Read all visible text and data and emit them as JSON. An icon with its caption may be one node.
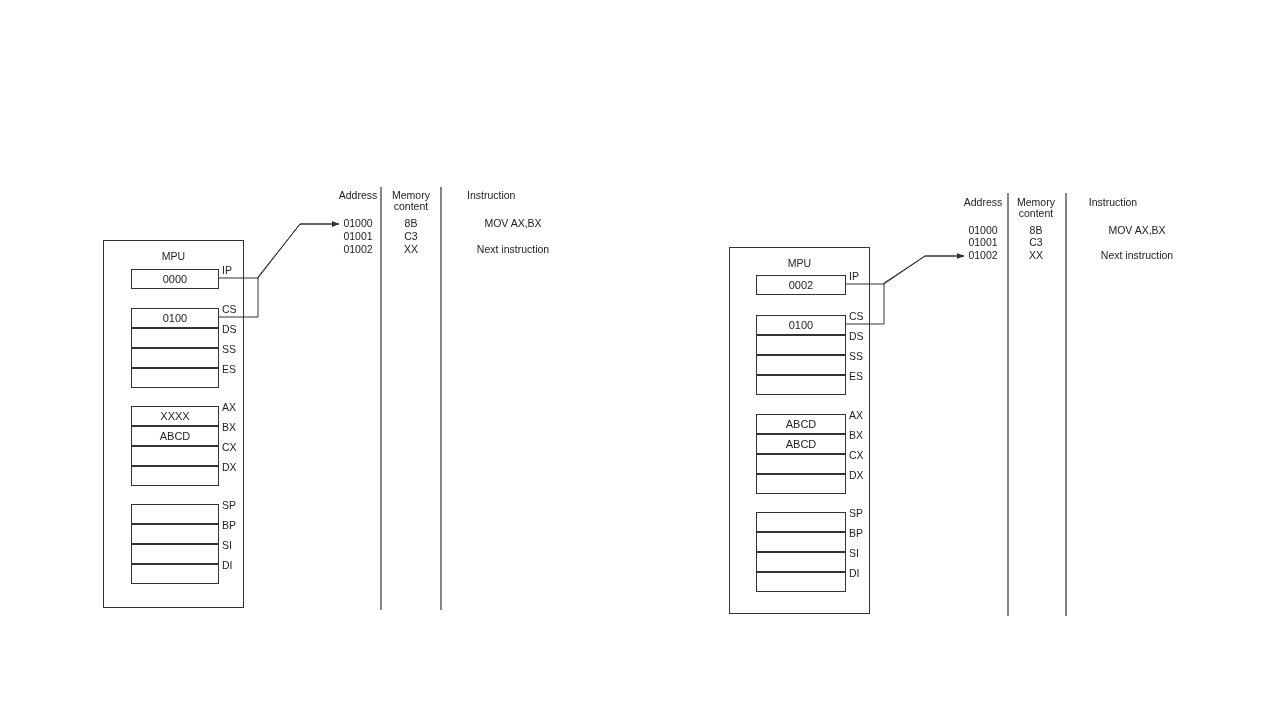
{
  "diagram": {
    "nodes": [
      {
        "text": [
          "MPU"
        ]
      },
      {
        "text": [
          "0000"
        ],
        "in": 0,
        "beside": [
          "IP"
        ]
      },
      {
        "text": [
          "0100"
        ],
        "in": 0,
        "beside": [
          "CS"
        ]
      },
      {
        "text": [],
        "shape": "box",
        "in": 0,
        "beside": [
          "DS"
        ]
      },
      {
        "text": [],
        "shape": "box",
        "in": 0,
        "beside": [
          "SS"
        ]
      },
      {
        "text": [],
        "shape": "box",
        "in": 0,
        "beside": [
          "ES"
        ]
      },
      {
        "text": [
          "XXXX"
        ],
        "in": 0,
        "beside": [
          "AX"
        ]
      },
      {
        "text": [
          "ABCD"
        ],
        "in": 0,
        "beside": [
          "BX"
        ]
      },
      {
        "text": [],
        "shape": "box",
        "in": 0,
        "beside": [
          "CX"
        ]
      },
      {
        "text": [],
        "shape": "box",
        "in": 0,
        "beside": [
          "DX"
        ]
      },
      {
        "text": [],
        "shape": "box",
        "in": 0,
        "beside": [
          "SP"
        ]
      },
      {
        "text": [],
        "shape": "box",
        "in": 0,
        "beside": [
          "BP"
        ]
      },
      {
        "text": [],
        "shape": "box",
        "in": 0,
        "beside": [
          "SI"
        ]
      },
      {
        "text": [],
        "shape": "box",
        "in": 0,
        "beside": [
          "DI"
        ]
      },
      {
        "text": [
          "01000"
        ]
      },
      {
        "text": [
          "MPU"
        ]
      },
      {
        "text": [
          "0002"
        ],
        "in": 15,
        "beside": [
          "IP"
        ]
      },
      {
        "text": [
          "0100"
        ],
        "in": 15,
        "beside": [
          "CS"
        ]
      },
      {
        "text": [],
        "shape": "box",
        "in": 15,
        "beside": [
          "DS"
        ]
      },
      {
        "text": [],
        "shape": "box",
        "in": 15,
        "beside": [
          "SS"
        ]
      },
      {
        "text": [],
        "shape": "box",
        "in": 15,
        "beside": [
          "ES"
        ]
      },
      {
        "text": [
          "ABCD"
        ],
        "in": 15,
        "beside": [
          "AX"
        ]
      },
      {
        "text": [
          "ABCD"
        ],
        "in": 15,
        "beside": [
          "BX"
        ]
      },
      {
        "text": [],
        "shape": "box",
        "in": 15,
        "beside": [
          "CX"
        ]
      },
      {
        "text": [],
        "shape": "box",
        "in": 15,
        "beside": [
          "DX"
        ]
      },
      {
        "text": [],
        "shape": "box",
        "in": 15,
        "beside": [
          "SP"
        ]
      },
      {
        "text": [],
        "shape": "box",
        "in": 15,
        "beside": [
          "BP"
        ]
      },
      {
        "text": [],
        "shape": "box",
        "in": 15,
        "beside": [
          "SI"
        ]
      },
      {
        "text": [],
        "shape": "box",
        "in": 15,
        "beside": [
          "DI"
        ]
      },
      {
        "text": [
          "01002"
        ]
      }
    ],
    "edges": [
      {
        "from": 1,
        "to": 14,
        "arrow": "to"
      },
      {
        "from": 2,
        "to": 14,
        "arrow": "to"
      },
      {
        "from": 16,
        "to": 29,
        "arrow": "to"
      },
      {
        "from": 17,
        "to": 29,
        "arrow": "to"
      }
    ],
    "labels": [
      "Address",
      "Memory content",
      "Instruction",
      "8B",
      "MOV AX,BX",
      "01001",
      "C3",
      "01002",
      "XX",
      "Next instruction",
      "Address",
      "Memory content",
      "Instruction",
      "01000",
      "8B",
      "MOV AX,BX",
      "01001",
      "C3",
      "XX",
      "Next instruction"
    ]
  }
}
